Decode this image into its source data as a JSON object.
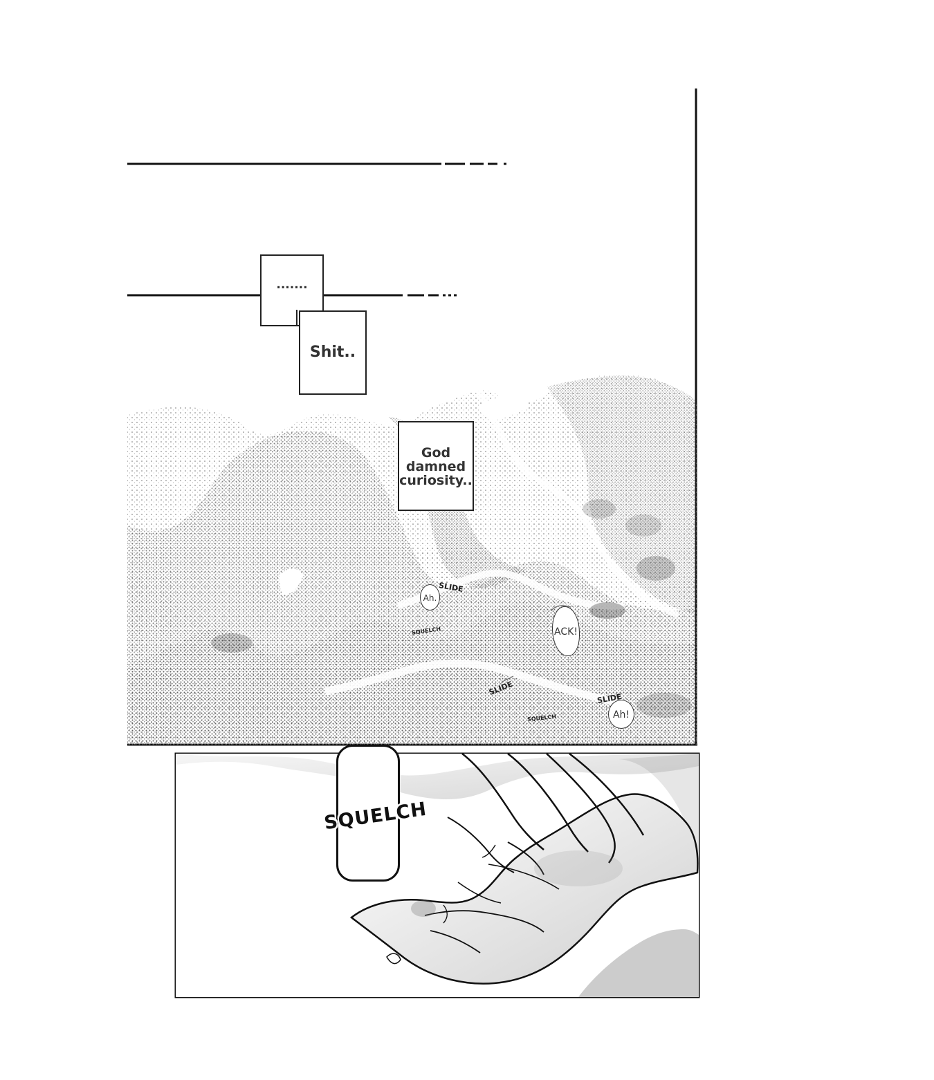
{
  "panels": [
    {
      "name": "upper-panel",
      "texts": [
        {
          "id": "dots",
          "text": "......."
        },
        {
          "id": "shit",
          "text": "Shit.."
        },
        {
          "id": "curiosity",
          "lines": [
            "God",
            "damned",
            "curiosity.."
          ]
        }
      ],
      "sound_effects": [
        {
          "text": "SLIDE"
        },
        {
          "text": "SQUELCH"
        },
        {
          "text": "SLIDE"
        },
        {
          "text": "SQUELCH"
        },
        {
          "text": "SLIDE"
        }
      ],
      "bubbles": [
        {
          "text": "Ah."
        },
        {
          "text": "ACK!"
        },
        {
          "text": "Ah!"
        }
      ]
    },
    {
      "name": "lower-panel",
      "sound_effects": [
        {
          "text": "SQUELCH"
        }
      ]
    }
  ],
  "colors": {
    "ink": "#111111",
    "background": "#ffffff",
    "tone_dark": "#6f6f6f",
    "tone_mid": "#a8a8a8",
    "tone_light": "#d8d8d8"
  }
}
